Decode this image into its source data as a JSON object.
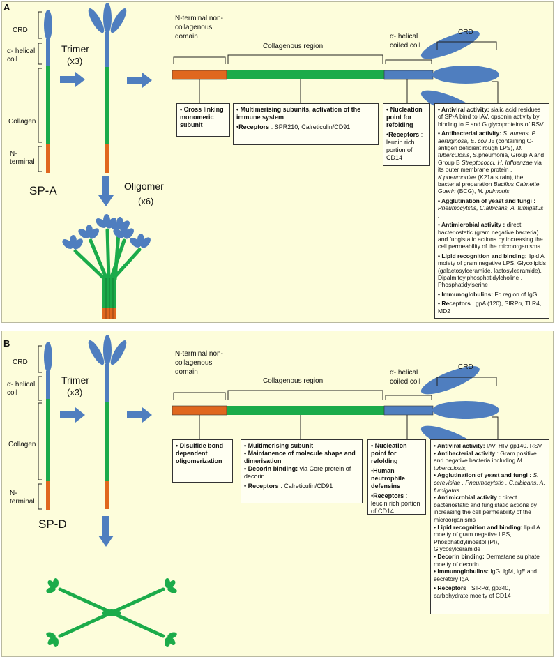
{
  "colors": {
    "crd": "#4f7ebf",
    "helical": "#4f7ebf",
    "collagen": "#1bab4a",
    "nterm": "#e0671e",
    "arrow": "#4f7ebf",
    "panel_bg": "#fdfddb"
  },
  "panelA": {
    "label": "A",
    "left_labels": {
      "crd": "CRD",
      "helical": "α- helical coil",
      "collagen": "Collagen",
      "nterm": "N- terminal"
    },
    "trimer_label": "Trimer",
    "trimer_mult": "(x3)",
    "oligomer_label": "Oligomer",
    "oligomer_mult": "(x6)",
    "protein_name": "SP-A",
    "domains": {
      "nterm": "N-terminal non-collagenous domain",
      "collagen": "Collagenous region",
      "helical": "α- helical coiled coil",
      "crd": "CRD"
    },
    "box_nterm": [
      "Cross linking monomeric subunit"
    ],
    "box_collagen_title": "Multimerising subunits, activation of the immune system",
    "box_collagen_receptors_label": "Receptors",
    "box_collagen_receptors": ": SPR210,  Calreticulin/CD91,",
    "box_helical_title": "Nucleation point for refolding",
    "box_helical_receptors_label": "Receptors",
    "box_helical_receptors": ": leucin rich portion of CD14",
    "crd_box": {
      "antiviral_label": "Antiviral activity:",
      "antiviral": "sialic acid residues of SP-A bind to IAV, opsonin activity by binding to F and G glycoproteins of RSV",
      "antibacterial_label": "Antibacterial activity:",
      "antibacterial_1": "S. aureus, P. aeruginosa, E. coli",
      "antibacterial_2": "J5 (containing O-antigen deficient rough LPS),",
      "antibacterial_3": "M. tuberculosis",
      "antibacterial_4": ", S.pneumonia, Group A and Group B",
      "antibacterial_5": "Streptococci, H. Influenzae",
      "antibacterial_6": "via its outer membrane protein ,",
      "antibacterial_7": "K.pneumoniae",
      "antibacterial_8": "(K21a strain), the bacterial preparation",
      "antibacterial_9": "Bacillus Calmette Guerin",
      "antibacterial_10": "(BCG),",
      "antibacterial_11": "M. pulmonis",
      "agglut_label": "Agglutination of yeast and fungi :",
      "agglut": "Pneumocytstis, C.albicans, A. fumigatus ,",
      "antimicrobial_label": "Antimicrobial activity :",
      "antimicrobial": "direct bacteriostatic (gram negative bacteria) and fungistatic actions by increasing the cell permeability of the microorganisms",
      "lipid_label": "Lipid recognition and binding:",
      "lipid": "lipid A moiety of gram negative LPS, Glycolipids (galactosylceramide, lactosylceramide), Dipalmitoylphosphatidylcholine , Phosphatidylserine",
      "immuno_label": "Immunoglobulins:",
      "immuno": "Fc region of IgG",
      "receptors_label": "Receptors",
      "receptors": ": gpA (120), SIRPα, TLR4, MD2"
    }
  },
  "panelB": {
    "label": "B",
    "left_labels": {
      "crd": "CRD",
      "helical": "α- helical coil",
      "collagen": "Collagen",
      "nterm": "N- terminal"
    },
    "trimer_label": "Trimer",
    "trimer_mult": "(x3)",
    "protein_name": "SP-D",
    "domains": {
      "nterm": "N-terminal non-collagenous domain",
      "collagen": "Collagenous region",
      "helical": "α- helical coiled coil",
      "crd": "CRD"
    },
    "box_nterm": "Disulfide bond dependent oligomerization",
    "box_collagen_1": "Multimerising subunit",
    "box_collagen_2": "Maintanence of molecule shape and dimerisation",
    "box_collagen_3_label": "Decorin binding:",
    "box_collagen_3": "via Core protein of decorin",
    "box_collagen_receptors_label": "Receptors",
    "box_collagen_receptors": ": Calreticulin/CD91",
    "box_helical_1": "Nucleation point for refolding",
    "box_helical_2": "Human neutrophile defensins",
    "box_helical_receptors_label": "Receptors",
    "box_helical_receptors": ": leucin rich portion of CD14",
    "crd_box": {
      "antiviral_label": "Antiviral activity:",
      "antiviral": "IAV, HIV gp140,  RSV",
      "antibacterial_label": "Antibacterial activity",
      "antibacterial": ": Gram positive and negative bacteria including",
      "antibacterial_it": "M tuberculosis,",
      "agglut_label": "Agglutination of yeast and fungi :",
      "agglut": "S. cerevisiae , Pneumocytstis , C.albicans, A. fumigatus",
      "antimicrobial_label": "Antimicrobial activity :",
      "antimicrobial": "direct bacteriostatic and fungistatic actions by increasing the cell permeability of the microorganisms",
      "lipid_label": "Lipid recognition and binding:",
      "lipid": "lipid A moeity of gram negative LPS, Phosphatidylinositol (PI), Glycosylceramide",
      "decorin_label": "Decorin binding:",
      "decorin": "Dermatane sulphate moeity of decorin",
      "immuno_label": "Immunoglobulins:",
      "immuno": "IgG, IgM, IgE and secretory IgA",
      "receptors_label": "Receptors",
      "receptors": ": SIRPα, gp340,  carbohydrate moeity of CD14"
    }
  }
}
